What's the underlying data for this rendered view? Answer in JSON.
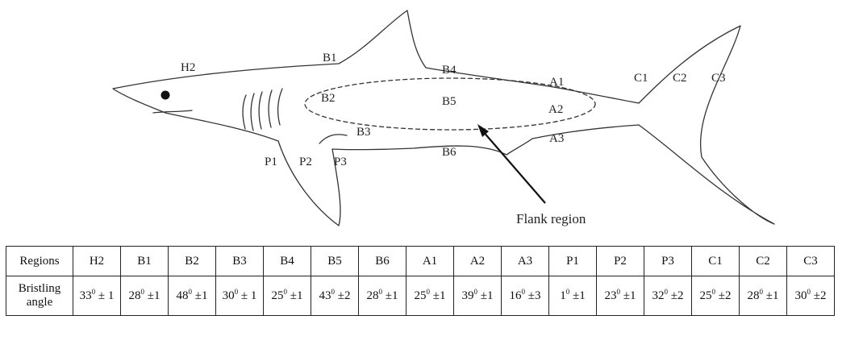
{
  "diagram": {
    "region_labels": [
      {
        "id": "H2",
        "text": "H2"
      },
      {
        "id": "B1",
        "text": "B1"
      },
      {
        "id": "B4",
        "text": "B4"
      },
      {
        "id": "B2",
        "text": "B2"
      },
      {
        "id": "B5",
        "text": "B5"
      },
      {
        "id": "A1",
        "text": "A1"
      },
      {
        "id": "A2",
        "text": "A2"
      },
      {
        "id": "B3",
        "text": "B3"
      },
      {
        "id": "A3",
        "text": "A3"
      },
      {
        "id": "B6",
        "text": "B6"
      },
      {
        "id": "P1",
        "text": "P1"
      },
      {
        "id": "P2",
        "text": "P2"
      },
      {
        "id": "P3",
        "text": "P3"
      },
      {
        "id": "C1",
        "text": "C1"
      },
      {
        "id": "C2",
        "text": "C2"
      },
      {
        "id": "C3",
        "text": "C3"
      }
    ],
    "flank_label": "Flank region"
  },
  "table": {
    "row1_header": "Regions",
    "row2_header_line1": "Bristling",
    "row2_header_line2": "angle",
    "regions": [
      "H2",
      "B1",
      "B2",
      "B3",
      "B4",
      "B5",
      "B6",
      "A1",
      "A2",
      "A3",
      "P1",
      "P2",
      "P3",
      "C1",
      "C2",
      "C3"
    ],
    "angles": [
      {
        "value": "33",
        "sup": "0",
        "err": " ± 1"
      },
      {
        "value": "28",
        "sup": "0",
        "err": " ±1"
      },
      {
        "value": "48",
        "sup": "0",
        "err": " ±1"
      },
      {
        "value": "30",
        "sup": "0",
        "err": " ± 1"
      },
      {
        "value": "25",
        "sup": "0",
        "err": " ±1"
      },
      {
        "value": "43",
        "sup": "0",
        "err": " ±2"
      },
      {
        "value": "28",
        "sup": "0",
        "err": " ±1"
      },
      {
        "value": "25",
        "sup": "0",
        "err": " ±1"
      },
      {
        "value": "39",
        "sup": "0",
        "err": " ±1"
      },
      {
        "value": "16",
        "sup": "0",
        "err": " ±3"
      },
      {
        "value": "1",
        "sup": "0",
        "err": " ±1"
      },
      {
        "value": "23",
        "sup": "0",
        "err": " ±1"
      },
      {
        "value": "32",
        "sup": "0",
        "err": " ±2"
      },
      {
        "value": "25",
        "sup": "0",
        "err": " ±2"
      },
      {
        "value": "28",
        "sup": "0",
        "err": " ±1"
      },
      {
        "value": "30",
        "sup": "0",
        "err": " ±2"
      }
    ]
  }
}
